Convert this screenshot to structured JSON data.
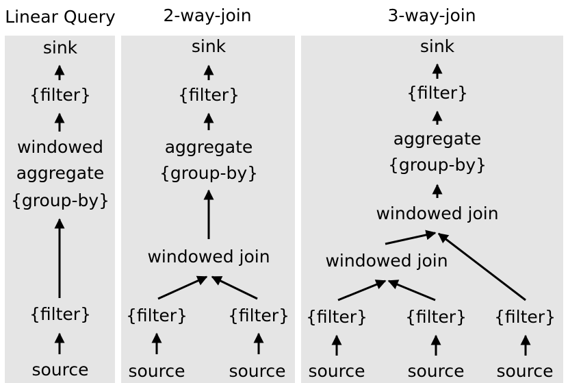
{
  "panels": [
    {
      "title": "Linear Query",
      "nodes": {
        "sink": "sink",
        "filter_top": "{filter}",
        "agg_line1": "windowed",
        "agg_line2": "aggregate",
        "agg_line3": "{group-by}",
        "filter_bottom": "{filter}",
        "source": "source"
      }
    },
    {
      "title": "2-way-join",
      "nodes": {
        "sink": "sink",
        "filter_top": "{filter}",
        "agg_line1": "aggregate",
        "agg_line2": "{group-by}",
        "join": "windowed join",
        "filter_left": "{filter}",
        "filter_right": "{filter}",
        "source_left": "source",
        "source_right": "source"
      }
    },
    {
      "title": "3-way-join",
      "nodes": {
        "sink": "sink",
        "filter_top": "{filter}",
        "agg_line1": "aggregate",
        "agg_line2": "{group-by}",
        "join_upper": "windowed join",
        "join_lower": "windowed join",
        "filter_1": "{filter}",
        "filter_2": "{filter}",
        "filter_3": "{filter}",
        "source_1": "source",
        "source_2": "source",
        "source_3": "source"
      }
    }
  ]
}
